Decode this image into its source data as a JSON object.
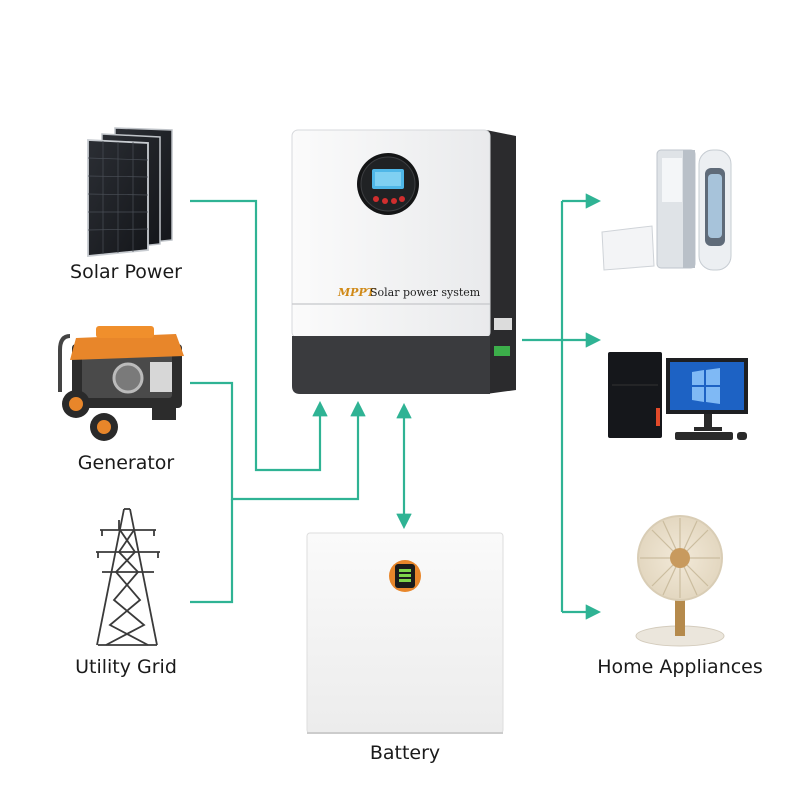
{
  "colors": {
    "connector": "#2fb394",
    "inverter_body": "#f4f5f6",
    "inverter_side": "#2b2b2d",
    "inverter_base": "#3a3b3e",
    "generator_orange": "#e8862a",
    "battery_body": "#f3f3f3",
    "label_text": "#1a1a1a"
  },
  "sources": [
    {
      "id": "solar",
      "label": "Solar Power",
      "icon": "solar-panel-icon"
    },
    {
      "id": "generator",
      "label": "Generator",
      "icon": "generator-icon"
    },
    {
      "id": "grid",
      "label": "Utility Grid",
      "icon": "transmission-tower-icon"
    }
  ],
  "inverter": {
    "brand": "MPPT",
    "model_text": "Solar power system",
    "icon": "inverter-icon"
  },
  "storage": {
    "label": "Battery",
    "icon": "battery-pack-icon"
  },
  "loads": {
    "label": "Home Appliances",
    "items": [
      {
        "id": "ac",
        "icon": "air-conditioner-icon"
      },
      {
        "id": "pc",
        "icon": "desktop-computer-icon"
      },
      {
        "id": "fan",
        "icon": "desk-fan-icon"
      }
    ]
  }
}
